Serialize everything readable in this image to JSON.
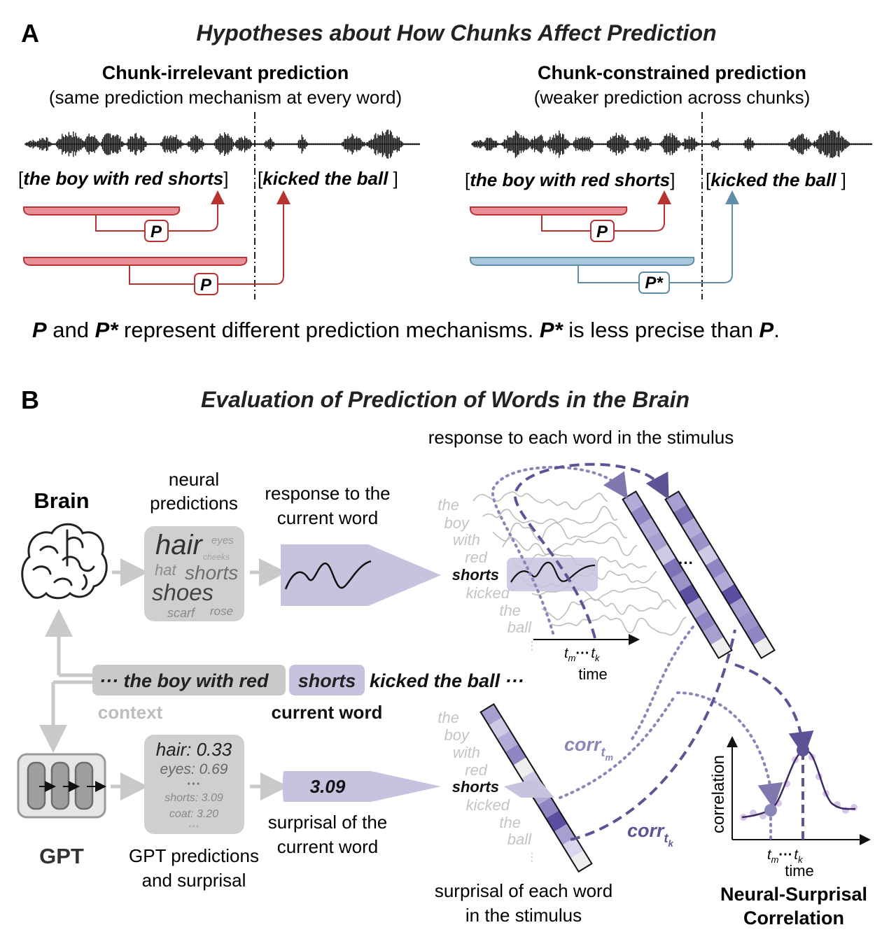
{
  "panelA": {
    "letter": "A",
    "title": "Hypotheses about How Chunks Affect Prediction",
    "left": {
      "heading": "Chunk-irrelevant prediction",
      "subheading": "(same prediction mechanism at every word)",
      "chunk1": "the boy with red shorts",
      "chunk2": "kicked the ball",
      "p1": "P",
      "p2": "P"
    },
    "right": {
      "heading": "Chunk-constrained prediction",
      "subheading": "(weaker prediction across chunks)",
      "chunk1": "the boy with red shorts",
      "chunk2": "kicked the ball",
      "p1": "P",
      "p2": "P*"
    },
    "caption": {
      "part1": "P",
      "part2": " and ",
      "part3": "P*",
      "part4": " represent different prediction mechanisms. ",
      "part5": "P*",
      "part6": " is less precise than ",
      "part7": "P",
      "part8": "."
    }
  },
  "panelB": {
    "letter": "B",
    "title": "Evaluation of Prediction of Words in the Brain",
    "brain_label": "Brain",
    "gpt_label": "GPT",
    "neural_predictions_label": [
      "neural",
      "predictions"
    ],
    "neural_words": {
      "hair": "hair",
      "eyes": "eyes",
      "cheeks": "cheeks",
      "hat": "hat",
      "shorts": "shorts",
      "shoes": "shoes",
      "scarf": "scarf",
      "rose": "rose"
    },
    "response_current_label": [
      "response to the",
      "current word"
    ],
    "response_each_label": "response to each word in the stimulus",
    "stimulus_words": [
      "the",
      "boy",
      "with",
      "red",
      "shorts",
      "kicked",
      "the",
      "ball",
      "⋮"
    ],
    "sentence": {
      "context": "··· the boy with red",
      "current": "shorts",
      "rest": "kicked the ball ···"
    },
    "context_label": "context",
    "current_word_label": "current word",
    "gpt_predictions": {
      "hair": "hair: 0.33",
      "eyes": "eyes: 0.69",
      "dots1": "···",
      "shorts": "shorts: 3.09",
      "coat": "coat: 3.20",
      "dots2": "···"
    },
    "gpt_predictions_label": [
      "GPT predictions",
      "and surprisal"
    ],
    "surprisal_value": "3.09",
    "surprisal_current_label": [
      "surprisal of the",
      "current word"
    ],
    "surprisal_each_label": [
      "surprisal of each word",
      "in the stimulus"
    ],
    "time_axis": {
      "tm": "t",
      "tm_sub": "m",
      "dots": "···",
      "tk": "t",
      "tk_sub": "k",
      "label": "time"
    },
    "corr_labels": {
      "m": "corr",
      "m_sub": "t",
      "m_subsub": "m",
      "k": "corr",
      "k_sub": "t",
      "k_subsub": "k"
    },
    "ellipsis": "···",
    "correlation_plot": {
      "ylabel": "correlation",
      "xlabel": "time",
      "tm": "t",
      "tm_sub": "m",
      "dots": "···",
      "tk": "t",
      "tk_sub": "k",
      "title": [
        "Neural-Surprisal",
        "Correlation"
      ]
    }
  },
  "colors": {
    "red": "#b83232",
    "pink": "#e0858f",
    "blue": "#5f8ea8",
    "lightblue": "#a9c8dd",
    "purple": "#6a5a9c",
    "lavender": "#c7c3df",
    "gray": "#c6c6c6",
    "darkgray": "#8a8a8a"
  }
}
